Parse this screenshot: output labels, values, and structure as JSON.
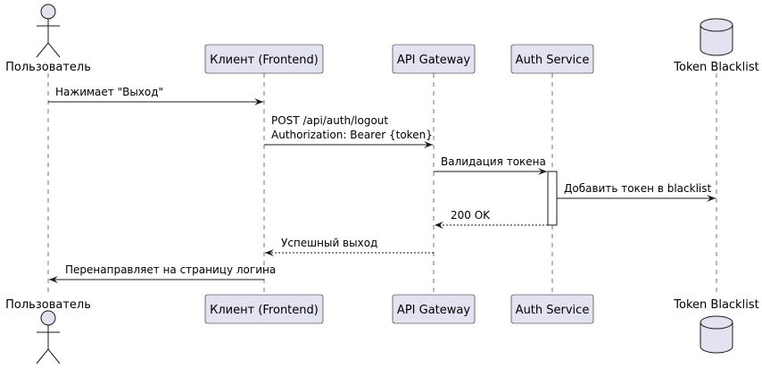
{
  "participants": [
    {
      "id": "user",
      "label": "Пользователь",
      "kind": "actor"
    },
    {
      "id": "client",
      "label": "Клиент (Frontend)",
      "kind": "participant"
    },
    {
      "id": "gateway",
      "label": "API Gateway",
      "kind": "participant"
    },
    {
      "id": "auth",
      "label": "Auth Service",
      "kind": "participant"
    },
    {
      "id": "blacklist",
      "label": "Token Blacklist",
      "kind": "database"
    }
  ],
  "messages": [
    {
      "from": "user",
      "to": "client",
      "lines": [
        "Нажимает \"Выход\""
      ],
      "style": "solid"
    },
    {
      "from": "client",
      "to": "gateway",
      "lines": [
        "POST /api/auth/logout",
        "Authorization: Bearer {token}"
      ],
      "style": "solid"
    },
    {
      "from": "gateway",
      "to": "auth",
      "lines": [
        "Валидация токена"
      ],
      "style": "solid"
    },
    {
      "from": "auth",
      "to": "blacklist",
      "lines": [
        "Добавить токен в blacklist"
      ],
      "style": "solid"
    },
    {
      "from": "auth",
      "to": "gateway",
      "lines": [
        "200 OK"
      ],
      "style": "dashed"
    },
    {
      "from": "gateway",
      "to": "client",
      "lines": [
        "Успешный выход"
      ],
      "style": "dashed"
    },
    {
      "from": "client",
      "to": "user",
      "lines": [
        "Перенаправляет на страницу логина"
      ],
      "style": "solid"
    }
  ],
  "activations": [
    {
      "participant": "auth",
      "from_message": 2,
      "to_message": 4
    }
  ]
}
